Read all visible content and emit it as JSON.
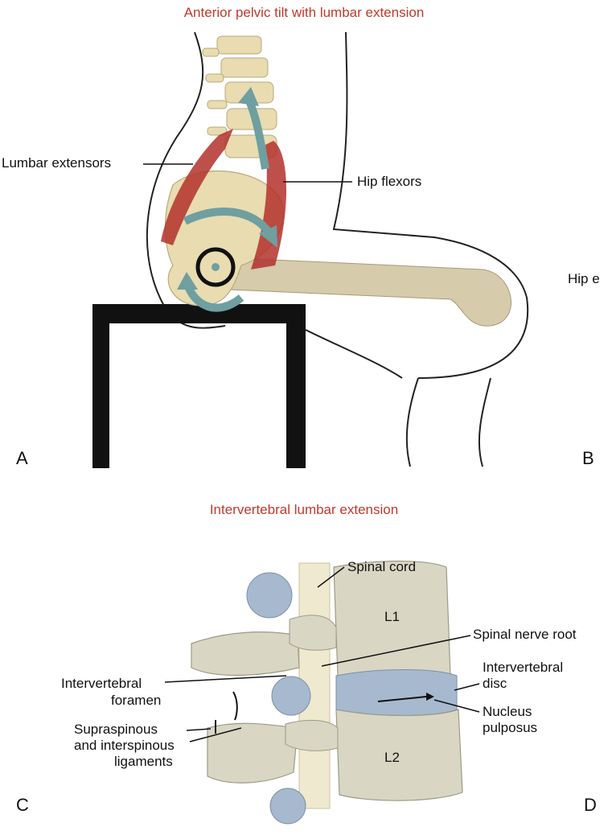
{
  "titles": {
    "top": "Anterior pelvic tilt with lumbar extension",
    "bottom": "Intervertebral lumbar extension"
  },
  "panel_letters": {
    "a": "A",
    "b": "B",
    "c": "C",
    "d": "D"
  },
  "labels": {
    "lumbar_extensors": "Lumbar extensors",
    "hip_flexors": "Hip flexors",
    "hip_ext_partial": "Hip e",
    "spinal_cord": "Spinal cord",
    "l1": "L1",
    "l2": "L2",
    "spinal_nerve_root": "Spinal nerve root",
    "intervertebral_foramen_1": "Intervertebral",
    "intervertebral_foramen_2": "foramen",
    "intervertebral_disc_1": "Intervertebral",
    "intervertebral_disc_2": "disc",
    "nucleus_1": "Nucleus",
    "nucleus_2": "pulposus",
    "ligaments_1": "Supraspinous",
    "ligaments_2": "and interspinous",
    "ligaments_3": "ligaments"
  },
  "colors": {
    "title_red": "#c0392b",
    "bone": "#e8dcb0",
    "muscle": "#b3312b",
    "arrow_teal": "#6f9fa0",
    "vertebra": "#d9d6c4",
    "disc_blue": "#a7b9cf"
  }
}
